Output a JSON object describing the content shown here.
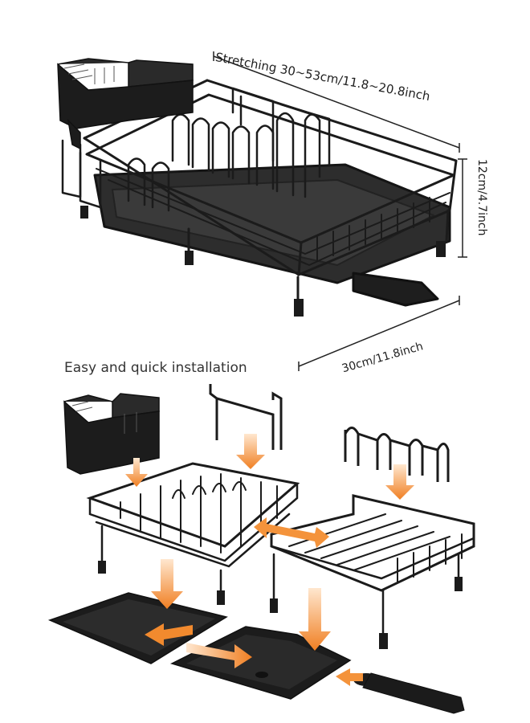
{
  "dimensions": {
    "width_label": "Stretching 30~53cm/11.8~20.8inch",
    "height_label": "12cm/4.7inch",
    "depth_label": "30cm/11.8inch"
  },
  "installation": {
    "heading": "Easy and quick installation"
  },
  "colors": {
    "rack": "#1b1b1b",
    "tray": "#2a2a2a",
    "arrow": "#f28a2e",
    "background": "#ffffff"
  }
}
